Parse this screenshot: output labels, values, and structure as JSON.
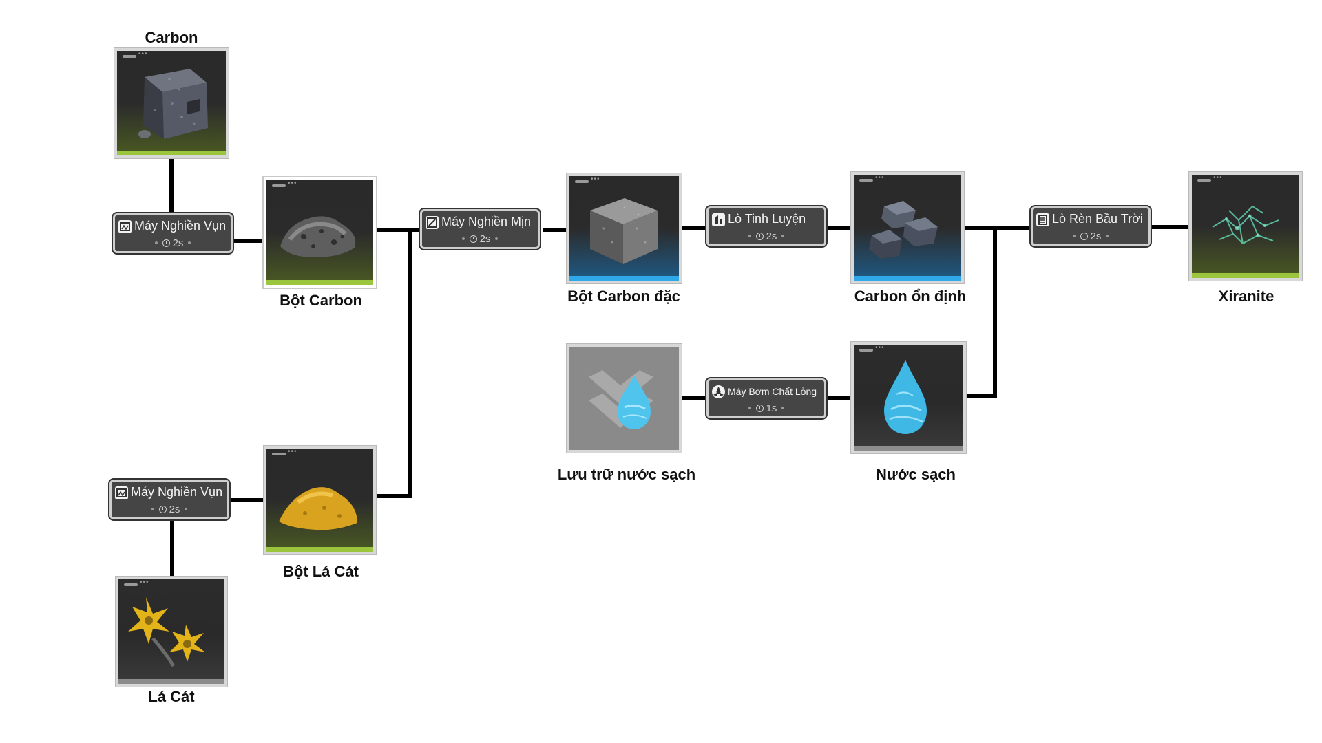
{
  "items": {
    "carbon": {
      "label": "Carbon",
      "icon": "carbon-cube-icon"
    },
    "bot_carbon": {
      "label": "Bột Carbon",
      "icon": "carbon-powder-icon"
    },
    "bot_carbon_dac": {
      "label": "Bột Carbon đặc",
      "icon": "dense-carbon-cube-icon"
    },
    "carbon_on_dinh": {
      "label": "Carbon ổn định",
      "icon": "stable-carbon-hexagon-icon"
    },
    "xiranite": {
      "label": "Xiranite",
      "icon": "xiranite-crystal-icon"
    },
    "luu_tru_nuoc_sach": {
      "label": "Lưu trữ nước sạch",
      "icon": "water-storage-icon"
    },
    "nuoc_sach": {
      "label": "Nước sạch",
      "icon": "water-drop-icon"
    },
    "bot_la_cat": {
      "label": "Bột Lá Cát",
      "icon": "sand-powder-icon"
    },
    "la_cat": {
      "label": "Lá Cát",
      "icon": "sandleaf-plant-icon"
    }
  },
  "machines": {
    "may_nghien_vun_top": {
      "name": "Máy Nghiền Vụn",
      "time": "2s",
      "icon": "crusher-icon"
    },
    "may_nghien_min": {
      "name": "Máy Nghiền Mịn",
      "time": "2s",
      "icon": "grinder-icon"
    },
    "lo_tinh_luyen": {
      "name": "Lò Tinh Luyện",
      "time": "2s",
      "icon": "refinery-icon"
    },
    "lo_ren_bau_troi": {
      "name": "Lò Rèn Bầu Trời",
      "time": "2s",
      "icon": "sky-forge-icon"
    },
    "may_bom_chat_long": {
      "name": "Máy Bơm Chất Lỏng",
      "time": "1s",
      "icon": "liquid-pump-icon"
    },
    "may_nghien_vun_bottom": {
      "name": "Máy Nghiền Vụn",
      "time": "2s",
      "icon": "crusher-icon"
    }
  },
  "colors": {
    "wire": "#000000",
    "panel": "#454545",
    "rarity_green": "#9bc53d",
    "rarity_blue": "#2ea8e8"
  }
}
